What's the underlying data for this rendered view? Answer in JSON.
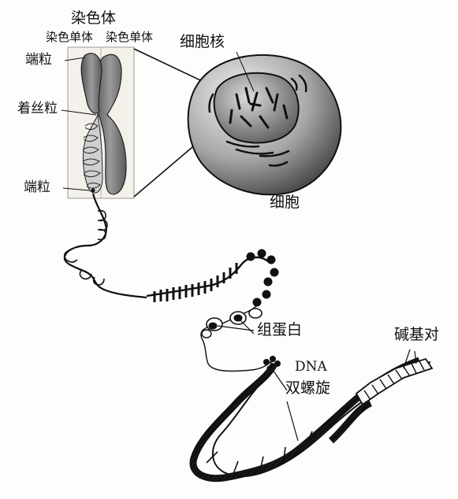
{
  "labels": {
    "chromosome": "染色体",
    "chromatid_left": "染色单体",
    "chromatid_right": "染色单体",
    "telomere_top": "端粒",
    "centromere": "着丝粒",
    "telomere_bottom": "端粒",
    "nucleus": "细胞核",
    "cell": "细胞",
    "histone": "组蛋白",
    "dna_line1": "DNA",
    "dna_line2": "双螺旋",
    "base_pairs": "碱基对"
  },
  "colors": {
    "ink": "#111111",
    "chromatid_fill": "#7a7a7a",
    "cell_fill": "#9a9a9a",
    "nucleus_fill": "#3a3a3a",
    "background": "#fdfdfb"
  }
}
